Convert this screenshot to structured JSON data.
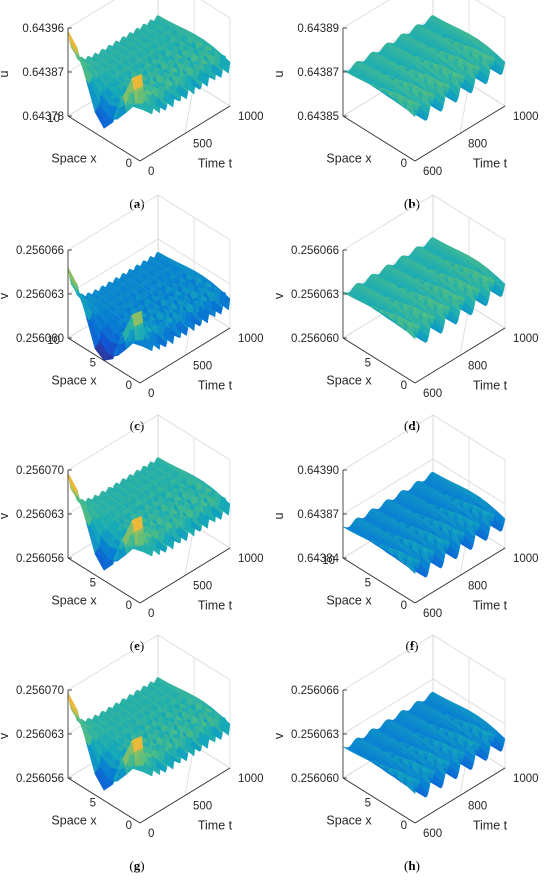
{
  "chart_data": [
    {
      "type": "surface3d",
      "caption": "a",
      "zlabel": "u",
      "xlabel": "Space x",
      "ylabel": "Time t",
      "ztick_labels": [
        "0.64396",
        "0.64387",
        "0.64378"
      ],
      "xtick_labels": [
        "0",
        "10"
      ],
      "ytick_labels": [
        "0",
        "500",
        "1000"
      ],
      "zlim": [
        0.64378,
        0.64396
      ],
      "xlim": [
        0,
        10
      ],
      "ylim": [
        0,
        1000
      ],
      "z_steady": 0.64387,
      "oscillation_periods": 13,
      "initial_transient": true,
      "surface_colormap": "parula"
    },
    {
      "type": "surface3d",
      "caption": "b",
      "zlabel": "u",
      "xlabel": "Space x",
      "ylabel": "Time t",
      "ztick_labels": [
        "0.64389",
        "0.64387",
        "0.64385"
      ],
      "xtick_labels": [
        "0"
      ],
      "ytick_labels": [
        "600",
        "800",
        "1000"
      ],
      "zlim": [
        0.64385,
        0.64389
      ],
      "ylim": [
        600,
        1000
      ],
      "z_steady": 0.64387,
      "oscillation_periods": 6,
      "initial_transient": false,
      "surface_colormap": "parula"
    },
    {
      "type": "surface3d",
      "caption": "c",
      "zlabel": "v",
      "xlabel": "Space x",
      "ylabel": "Time t",
      "ztick_labels": [
        "0.256066",
        "0.256063",
        "0.256060"
      ],
      "xtick_labels": [
        "0",
        "5",
        "10"
      ],
      "ytick_labels": [
        "0",
        "500",
        "1000"
      ],
      "zlim": [
        0.25606,
        0.256066
      ],
      "xlim": [
        0,
        10
      ],
      "ylim": [
        0,
        1000
      ],
      "z_steady": 0.256062,
      "oscillation_periods": 13,
      "initial_transient": true,
      "surface_colormap": "parula"
    },
    {
      "type": "surface3d",
      "caption": "d",
      "zlabel": "v",
      "xlabel": "Space x",
      "ylabel": "Time t",
      "ztick_labels": [
        "0.256066",
        "0.256063",
        "0.256060"
      ],
      "xtick_labels": [
        "0",
        "5"
      ],
      "ytick_labels": [
        "600",
        "800",
        "1000"
      ],
      "zlim": [
        0.25606,
        0.256066
      ],
      "ylim": [
        600,
        1000
      ],
      "z_steady": 0.256063,
      "oscillation_periods": 6,
      "initial_transient": false,
      "surface_colormap": "parula"
    },
    {
      "type": "surface3d",
      "caption": "e",
      "zlabel": "v",
      "xlabel": "Space x",
      "ylabel": "Time t",
      "ztick_labels": [
        "0.256070",
        "0.256063",
        "0.256056"
      ],
      "xtick_labels": [
        "0",
        "5"
      ],
      "ytick_labels": [
        "0",
        "500",
        "1000"
      ],
      "zlim": [
        0.256056,
        0.25607
      ],
      "ylim": [
        0,
        1000
      ],
      "z_steady": 0.256063,
      "oscillation_periods": 13,
      "initial_transient": true,
      "surface_colormap": "parula"
    },
    {
      "type": "surface3d",
      "caption": "f",
      "zlabel": "u",
      "xlabel": "Space x",
      "ylabel": "Time t",
      "ztick_labels": [
        "0.64390",
        "0.64387",
        "0.64384"
      ],
      "xtick_labels": [
        "0",
        "5",
        "10"
      ],
      "ytick_labels": [
        "600",
        "800",
        "1000"
      ],
      "zlim": [
        0.64384,
        0.6439
      ],
      "xlim": [
        0,
        10
      ],
      "ylim": [
        600,
        1000
      ],
      "z_steady": 0.64386,
      "oscillation_periods": 6,
      "initial_transient": false,
      "surface_colormap": "parula"
    },
    {
      "type": "surface3d",
      "caption": "g",
      "zlabel": "v",
      "xlabel": "Space x",
      "ylabel": "Time t",
      "ztick_labels": [
        "0.256070",
        "0.256063",
        "0.256056"
      ],
      "xtick_labels": [
        "0",
        "5"
      ],
      "ytick_labels": [
        "0",
        "500",
        "1000"
      ],
      "zlim": [
        0.256056,
        0.25607
      ],
      "ylim": [
        0,
        1000
      ],
      "z_steady": 0.256063,
      "oscillation_periods": 13,
      "initial_transient": true,
      "surface_colormap": "parula"
    },
    {
      "type": "surface3d",
      "caption": "h",
      "zlabel": "v",
      "xlabel": "Space x",
      "ylabel": "Time t",
      "ztick_labels": [
        "0.256066",
        "0.256063",
        "0.256060"
      ],
      "xtick_labels": [
        "0",
        "5"
      ],
      "ytick_labels": [
        "600",
        "800",
        "1000"
      ],
      "zlim": [
        0.25606,
        0.256066
      ],
      "ylim": [
        600,
        1000
      ],
      "z_steady": 0.256062,
      "oscillation_periods": 6,
      "initial_transient": false,
      "surface_colormap": "parula"
    }
  ]
}
